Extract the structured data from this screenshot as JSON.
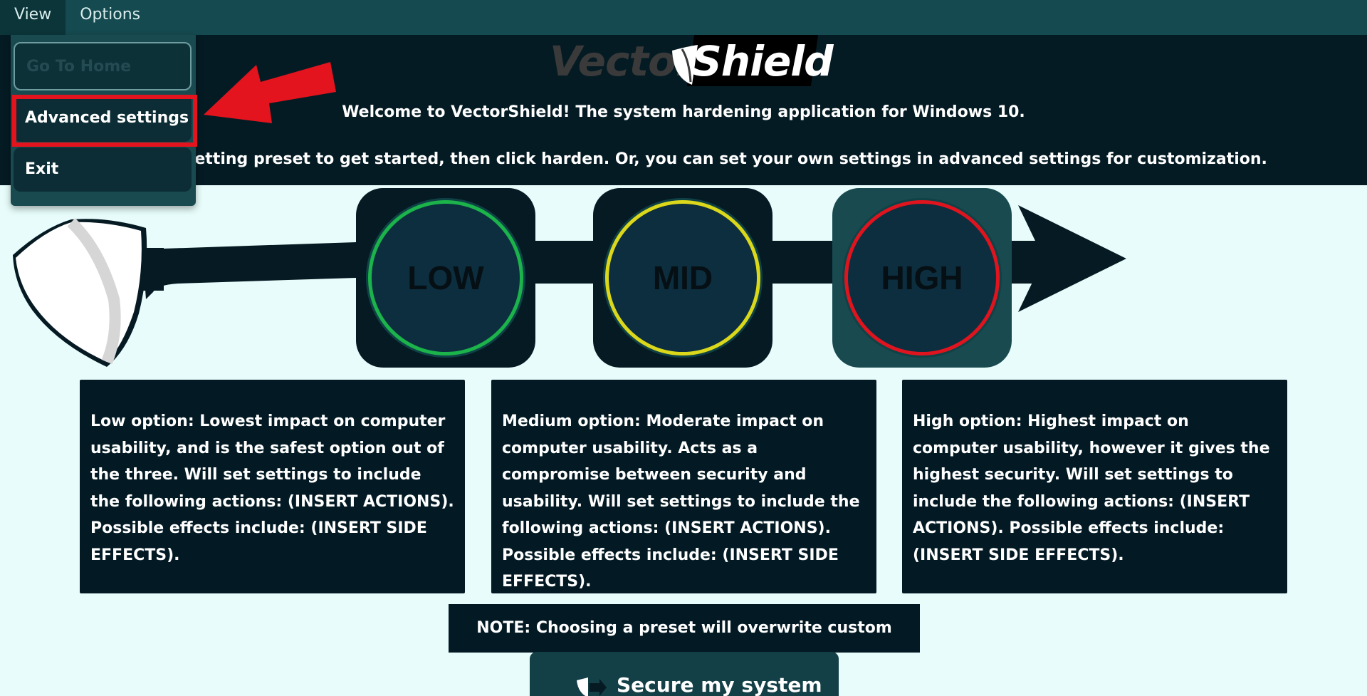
{
  "menubar": {
    "view_label": "View",
    "options_label": "Options"
  },
  "view_menu": {
    "items": [
      {
        "label": "Go To Home",
        "disabled": true
      },
      {
        "label": "Advanced settings",
        "highlighted": true
      },
      {
        "label": "Exit"
      }
    ]
  },
  "header": {
    "logo_left": "Vector",
    "logo_right": "Shield",
    "welcome": "Welcome to VectorShield! The system hardening application for Windows 10.",
    "instructions": "Choose a setting preset to get started, then click harden. Or, you can set your own settings in advanced settings for customization."
  },
  "presets": [
    {
      "label": "LOW",
      "ring_color": "#1bb34a"
    },
    {
      "label": "MID",
      "ring_color": "#dbd81b"
    },
    {
      "label": "HIGH",
      "ring_color": "#e0141e",
      "selected": true
    }
  ],
  "descriptions": [
    "Low option: Lowest impact on computer usability, and is the safest option out of the three. Will set settings to include the following actions: (INSERT ACTIONS). Possible effects include: (INSERT SIDE EFFECTS).",
    "Medium option: Moderate impact on computer usability. Acts as a compromise between security and usability. Will set settings to include the following actions: (INSERT ACTIONS). Possible effects include: (INSERT SIDE EFFECTS).",
    "High option: Highest impact on computer usability, however it gives the highest security. Will set settings to include the following actions: (INSERT ACTIONS). Possible effects include: (INSERT SIDE EFFECTS)."
  ],
  "note": "NOTE: Choosing a preset will overwrite custom settings.",
  "secure_button": {
    "label": "Secure my system",
    "icon": "shield-arrow-icon"
  },
  "colors": {
    "menubar": "#154a50",
    "header": "#051b24",
    "background": "#e8fdfb",
    "annotation": "#e3141e"
  }
}
